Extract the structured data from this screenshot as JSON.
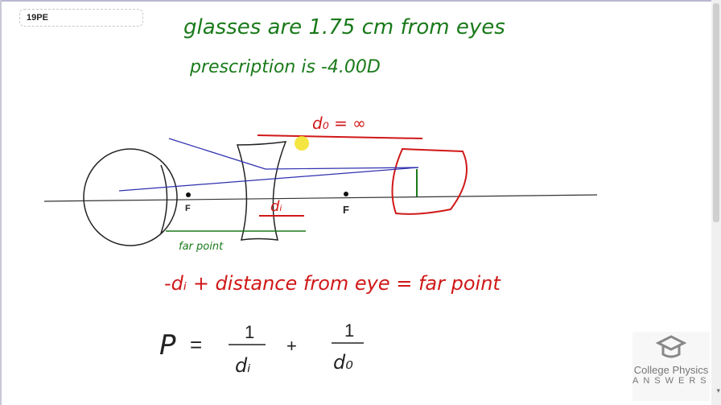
{
  "problem_label": "19PE",
  "notes": {
    "line1": "glasses are 1.75 cm from eyes",
    "line2": "prescription is  -4.00D",
    "do_label": "d₀ = ∞",
    "di_label": "dᵢ",
    "focal_left": "F",
    "focal_right": "F",
    "far_point": "far point",
    "equation_red": "-dᵢ + distance from eye = far point",
    "equation_p": "P",
    "equals": "=",
    "plus": "+",
    "one_a": "1",
    "di_den": "dᵢ",
    "one_b": "1",
    "do_den": "d₀"
  },
  "logo": {
    "line1": "College Physics",
    "line2": "ANSWERS"
  },
  "colors": {
    "green": "#1a7a1a",
    "red": "#d01818",
    "blue": "#3030b0",
    "black": "#222222"
  }
}
